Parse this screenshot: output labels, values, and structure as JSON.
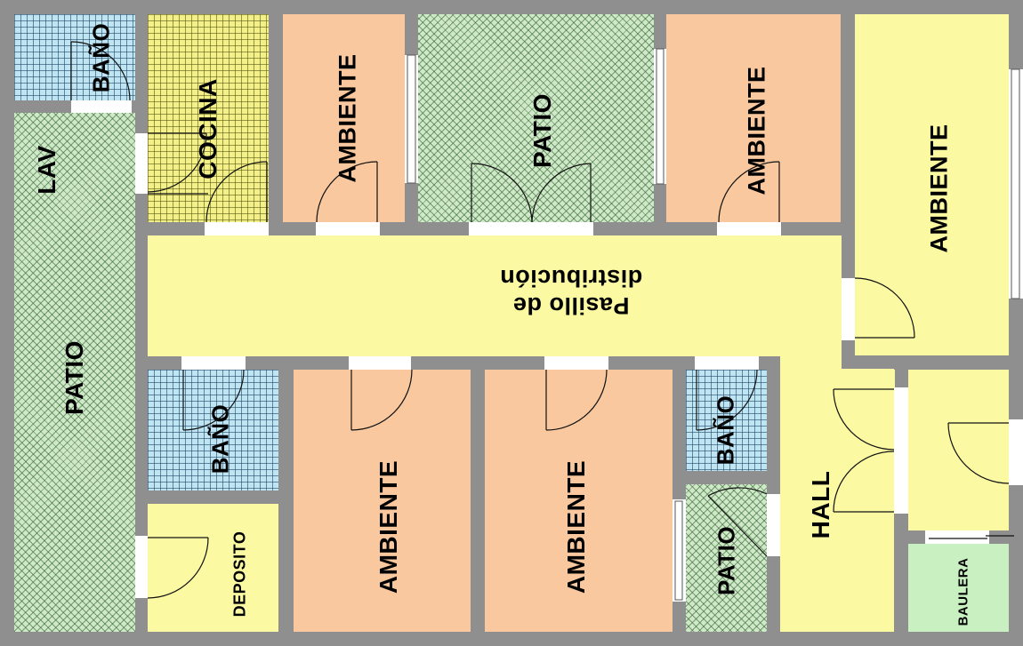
{
  "colors": {
    "wall": "#8f8f8f",
    "ambiente": "#f9c89e",
    "pasillo": "#fcf9a3",
    "patio": "#cfe8c7",
    "bano": "#bfe4f2",
    "cocina": "#f3f08a",
    "baulera": "#c9f0c0"
  },
  "rooms": {
    "bano_top": "BAÑO",
    "cocina": "COCINA",
    "ambiente_1": "AMBIENTE",
    "patio_top": "PATIO",
    "ambiente_2": "AMBIENTE",
    "ambiente_right": "AMBIENTE",
    "lav": "LAV",
    "patio_left": "PATIO",
    "pasillo": "Pasillo de\ndistribución",
    "bano_mid": "BAÑO",
    "deposito": "DEPOSITO",
    "ambiente_3": "AMBIENTE",
    "ambiente_4": "AMBIENTE",
    "bano_right": "BAÑO",
    "patio_small": "PATIO",
    "hall": "HALL",
    "baulera": "BAULERA"
  }
}
